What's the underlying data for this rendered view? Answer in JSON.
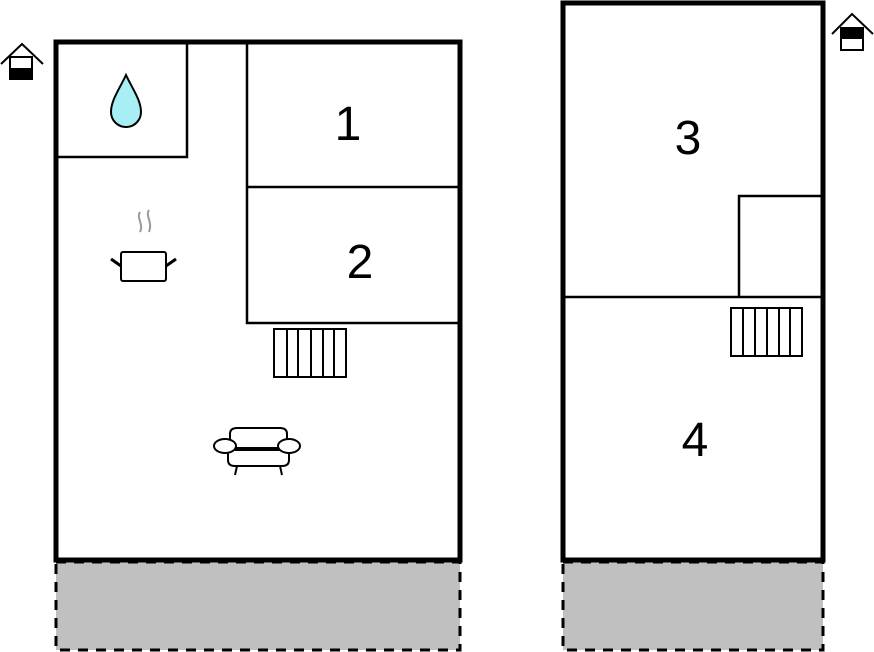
{
  "diagram": {
    "type": "floor-plan",
    "floors": [
      {
        "id": "ground-floor",
        "entrance_icon": "house-entrance-lower-icon",
        "rooms": [
          {
            "label": "1"
          },
          {
            "label": "2"
          }
        ],
        "icons": [
          "bathroom-water-drop-icon",
          "kitchen-pot-icon",
          "stairs-icon",
          "living-room-sofa-icon"
        ],
        "terrace": "dashed-gray-terrace"
      },
      {
        "id": "upper-floor",
        "entrance_icon": "house-entrance-upper-icon",
        "rooms": [
          {
            "label": "3"
          },
          {
            "label": "4"
          }
        ],
        "icons": [
          "stairs-icon"
        ],
        "terrace": "dashed-gray-terrace"
      }
    ],
    "colors": {
      "wall": "#000000",
      "terrace_fill": "#c0c0c0",
      "water_drop": "#a8eef5",
      "steam": "#999999"
    }
  }
}
